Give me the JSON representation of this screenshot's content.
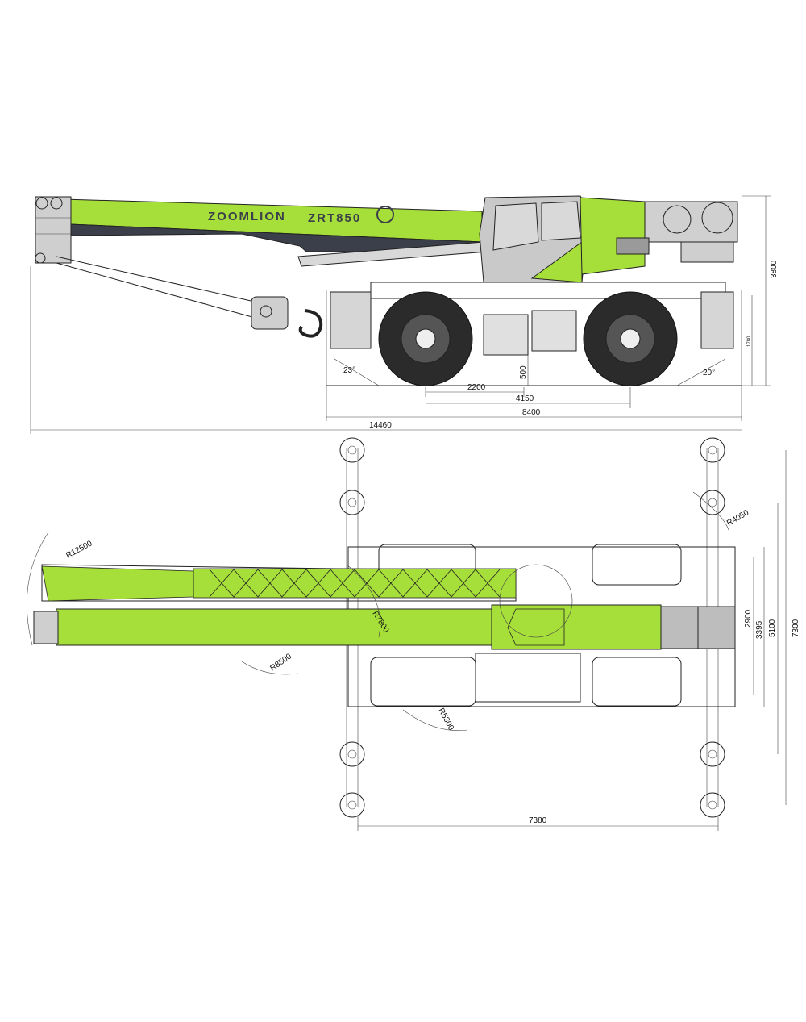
{
  "colors": {
    "boom_green": "#a6de3a",
    "boom_dark": "#3a3f4a",
    "cab_grey": "#c9c9c9",
    "line": "#222222"
  },
  "branding": {
    "logo_text": "ZOOMLION",
    "model_text": "ZRT850"
  },
  "side_view": {
    "dimensions": {
      "overall_length": "14460",
      "wheelbase_outer": "8400",
      "axle_span": "4150",
      "front_overhang": "2200",
      "ground_clearance": "500",
      "overall_height": "3800",
      "axle_height": "1780",
      "approach_angle": "23°",
      "departure_angle": "20°"
    }
  },
  "top_view": {
    "dimensions": {
      "outrigger_span_length": "7380",
      "outrigger_full_width": "7300",
      "outrigger_mid_width": "5100",
      "track_width": "3395",
      "body_width": "2900",
      "radius_jib": "R12500",
      "radius_boom": "R8500",
      "radius_counterweight": "R7800",
      "radius_tail": "R4050",
      "radius_front": "R5300"
    }
  }
}
